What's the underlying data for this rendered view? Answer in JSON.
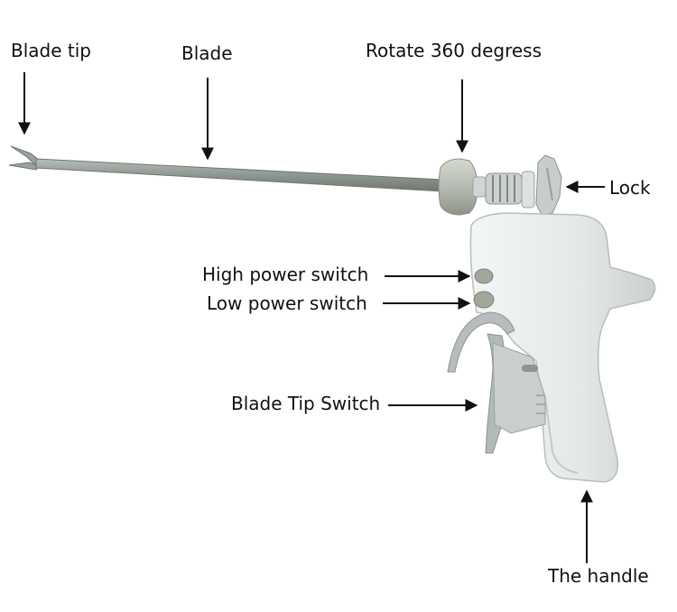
{
  "labels": {
    "blade_tip": "Blade tip",
    "blade": "Blade",
    "rotate": "Rotate 360 degress",
    "lock": "Lock",
    "high_power": "High power switch",
    "low_power": "Low power switch",
    "blade_tip_switch": "Blade Tip Switch",
    "handle": "The handle"
  },
  "colors": {
    "text": "#111111",
    "arrow": "#111111",
    "handle_body": "#e4e8e8",
    "handle_shadow": "#c3c9c9",
    "shaft": "#8e9690",
    "knob": "#b7bcb3",
    "buttons": "#a3a69a"
  }
}
